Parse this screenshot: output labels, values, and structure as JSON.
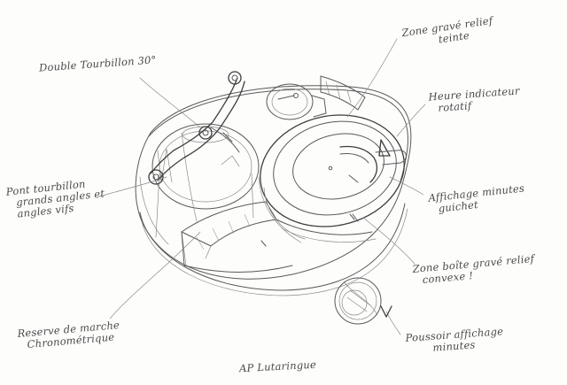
{
  "drawing": {
    "labels": {
      "double_tourbillon": "Double Tourbillon 30°",
      "pont_line1": "Pont tourbillon",
      "pont_line2": "grands angles et",
      "pont_line3": "angles vifs",
      "zone_grave_line1": "Zone gravé relief",
      "zone_grave_line2": "teinte",
      "heure_line1": "Heure indicateur",
      "heure_line2": "rotatif",
      "minutes_line1": "Affichage minutes",
      "minutes_line2": "guichet",
      "zone_boite_line1": "Zone boîte gravé relief",
      "zone_boite_line2": "convexe !",
      "reserve_line1": "Reserve de marche",
      "reserve_line2": "Chronométrique",
      "poussoir_line1": "Poussoir affichage",
      "poussoir_line2": "minutes",
      "signature": "AP Lutaringue"
    }
  }
}
